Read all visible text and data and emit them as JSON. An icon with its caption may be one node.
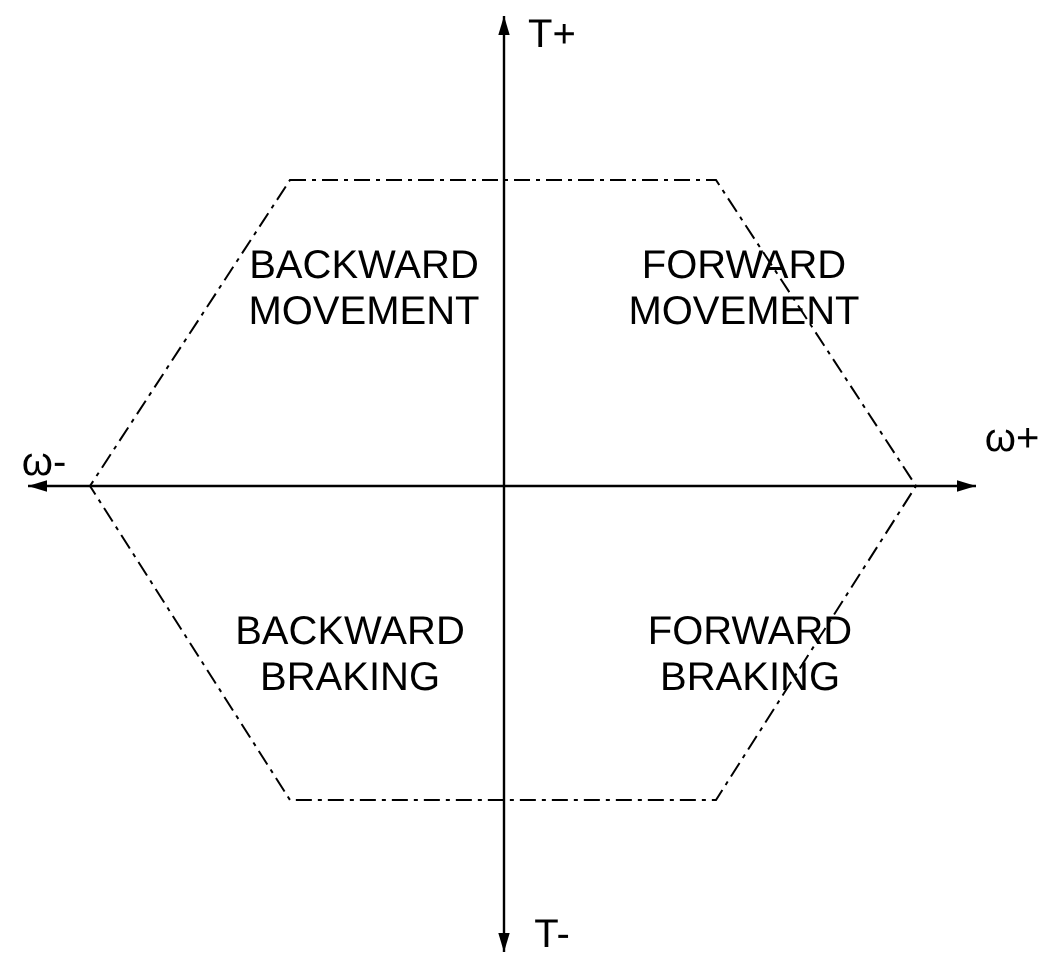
{
  "diagram": {
    "labels": [
      "T+",
      "BACKWARD MOVEMENT",
      "FORWARD MOVEMENT",
      "ω-",
      "ω+",
      "BACKWARD BRAKING",
      "FORWARD BRAKING",
      "T-"
    ]
  }
}
